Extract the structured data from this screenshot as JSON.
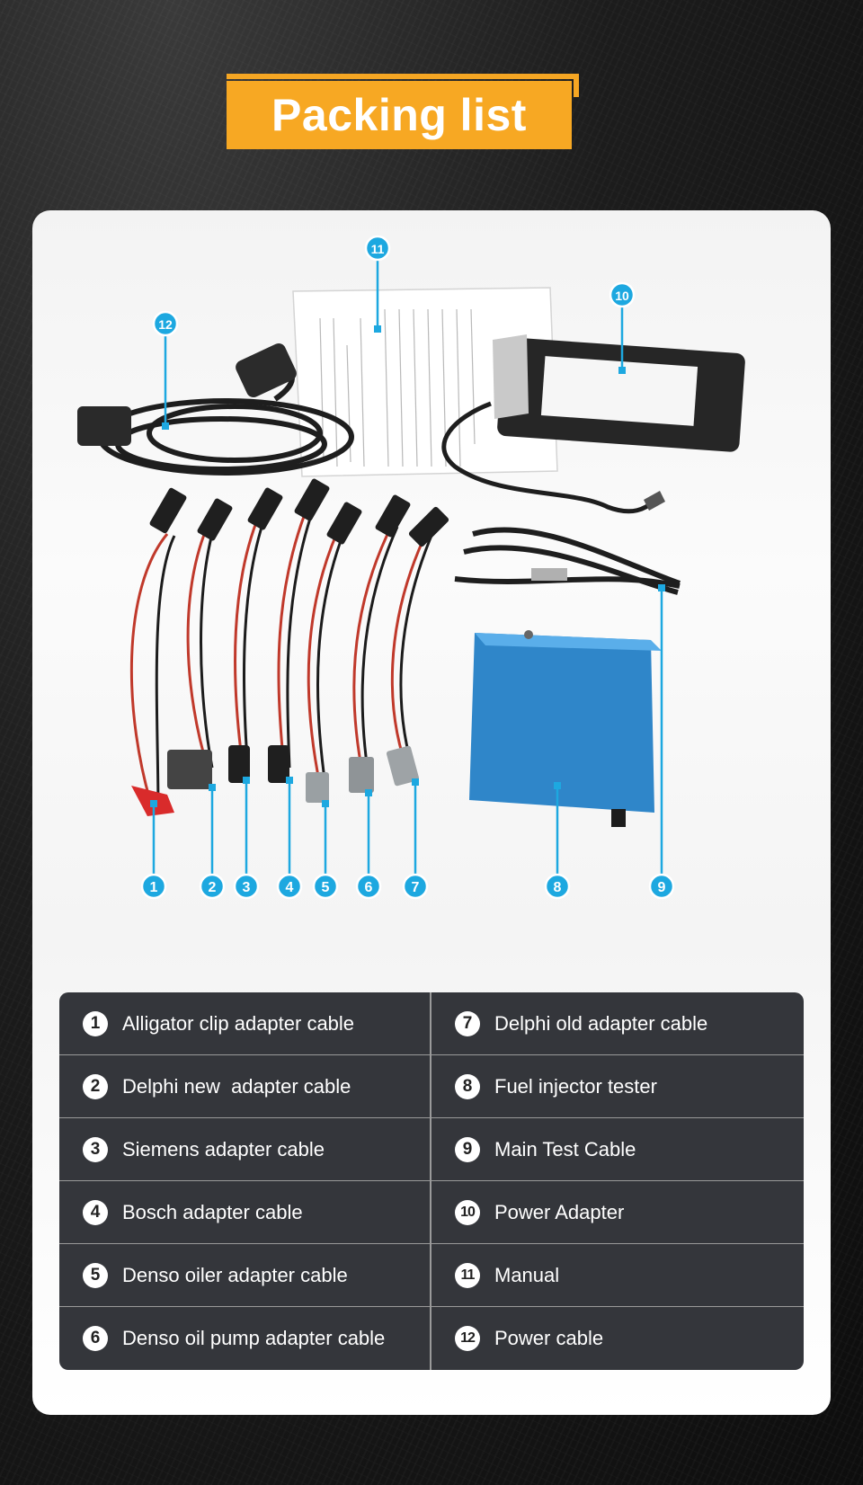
{
  "title": "Packing list",
  "colors": {
    "banner": "#f7a823",
    "callout": "#1da8e0",
    "table_bg": "#34363b"
  },
  "items": [
    {
      "num": "1",
      "label": "Alligator clip adapter cable"
    },
    {
      "num": "2",
      "label": "Delphi new  adapter cable"
    },
    {
      "num": "3",
      "label": "Siemens adapter cable"
    },
    {
      "num": "4",
      "label": "Bosch adapter cable"
    },
    {
      "num": "5",
      "label": "Denso oiler adapter cable"
    },
    {
      "num": "6",
      "label": "Denso oil pump adapter cable"
    },
    {
      "num": "7",
      "label": "Delphi old adapter cable"
    },
    {
      "num": "8",
      "label": "Fuel injector tester"
    },
    {
      "num": "9",
      "label": "Main Test Cable"
    },
    {
      "num": "10",
      "label": "Power Adapter"
    },
    {
      "num": "11",
      "label": "Manual"
    },
    {
      "num": "12",
      "label": "Power cable"
    }
  ]
}
